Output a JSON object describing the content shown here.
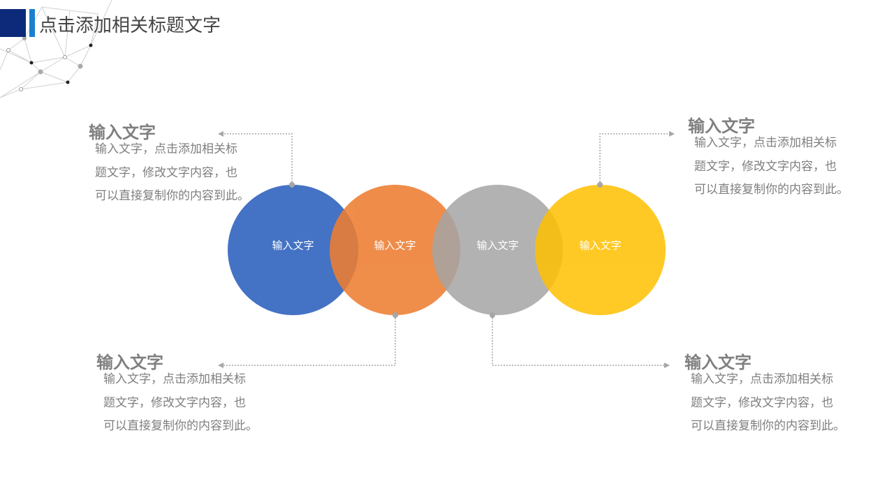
{
  "header": {
    "title": "点击添加相关标题文字",
    "accent_dark": "#0d2a7a",
    "accent_blue": "#1a7fd0"
  },
  "circles": [
    {
      "label": "输入文字",
      "color": "#4472c4"
    },
    {
      "label": "输入文字",
      "color": "#ed7d31"
    },
    {
      "label": "输入文字",
      "color": "#a5a5a5"
    },
    {
      "label": "输入文字",
      "color": "#ffc000"
    }
  ],
  "callouts": [
    {
      "heading": "输入文字",
      "lines": [
        "输入文字，点击添加相关标",
        "题文字，修改文字内容，也",
        "可以直接复制你的内容到此。"
      ]
    },
    {
      "heading": "输入文字",
      "lines": [
        "输入文字，点击添加相关标",
        "题文字，修改文字内容，也",
        "可以直接复制你的内容到此。"
      ]
    },
    {
      "heading": "输入文字",
      "lines": [
        "输入文字，点击添加相关标",
        "题文字，修改文字内容，也",
        "可以直接复制你的内容到此。"
      ]
    },
    {
      "heading": "输入文字",
      "lines": [
        "输入文字，点击添加相关标",
        "题文字，修改文字内容，也",
        "可以直接复制你的内容到此。"
      ]
    }
  ]
}
